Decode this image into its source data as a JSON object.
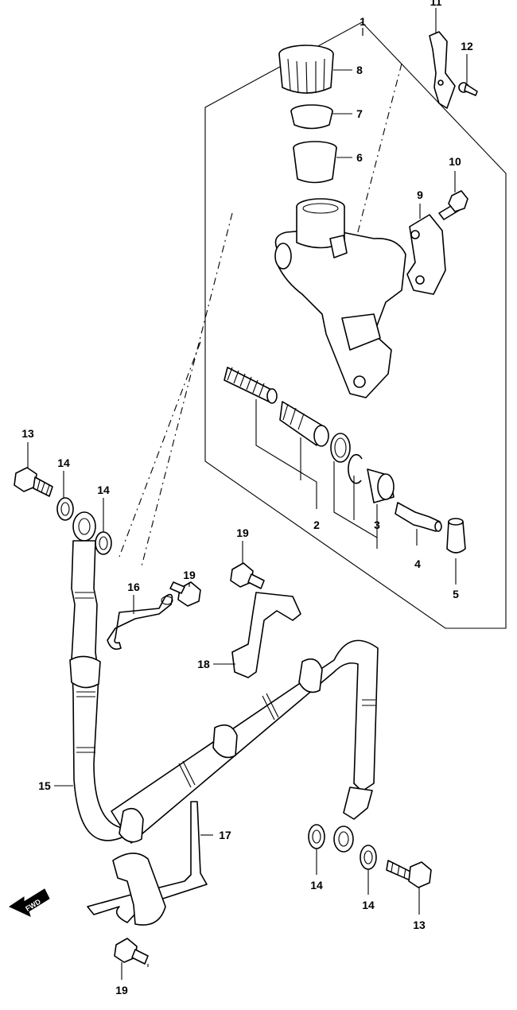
{
  "callouts": [
    {
      "id": "c1",
      "label": "1"
    },
    {
      "id": "c2",
      "label": "2"
    },
    {
      "id": "c3",
      "label": "3"
    },
    {
      "id": "c4",
      "label": "4"
    },
    {
      "id": "c5",
      "label": "5"
    },
    {
      "id": "c6",
      "label": "6"
    },
    {
      "id": "c7",
      "label": "7"
    },
    {
      "id": "c8",
      "label": "8"
    },
    {
      "id": "c9",
      "label": "9"
    },
    {
      "id": "c10",
      "label": "10"
    },
    {
      "id": "c11",
      "label": "11"
    },
    {
      "id": "c12",
      "label": "12"
    },
    {
      "id": "c13a",
      "label": "13"
    },
    {
      "id": "c13b",
      "label": "13"
    },
    {
      "id": "c14a",
      "label": "14"
    },
    {
      "id": "c14b",
      "label": "14"
    },
    {
      "id": "c14c",
      "label": "14"
    },
    {
      "id": "c14d",
      "label": "14"
    },
    {
      "id": "c15",
      "label": "15"
    },
    {
      "id": "c16",
      "label": "16"
    },
    {
      "id": "c17",
      "label": "17"
    },
    {
      "id": "c18",
      "label": "18"
    },
    {
      "id": "c19a",
      "label": "19"
    },
    {
      "id": "c19b",
      "label": "19"
    },
    {
      "id": "c19c",
      "label": "19"
    }
  ],
  "fwd_label": "FWD",
  "colors": {
    "line": "#000000",
    "background": "#ffffff"
  }
}
